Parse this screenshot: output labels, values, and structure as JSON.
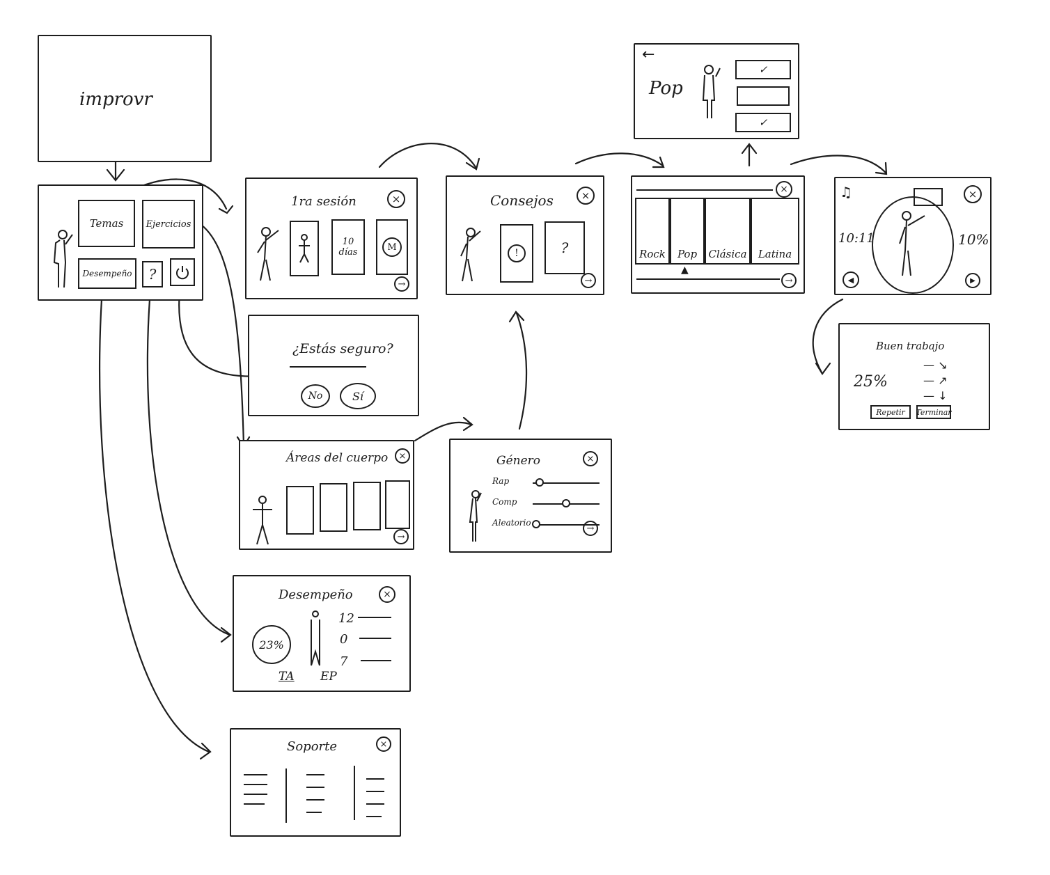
{
  "splash": {
    "logo": "improvr"
  },
  "menu": {
    "temas_label": "Temas",
    "ejercicios_label": "Ejercicios",
    "desempeno_label": "Desempeño",
    "help_label": "?"
  },
  "session": {
    "title": "1ra sesión",
    "days_label": "10 días"
  },
  "confirm": {
    "question": "¿Estás seguro?",
    "no_label": "No",
    "yes_label": "Sí"
  },
  "consejos": {
    "title": "Consejos"
  },
  "genres": {
    "items": [
      "Rock",
      "Pop",
      "Clásica",
      "Latina"
    ]
  },
  "pop_detail": {
    "title": "Pop"
  },
  "exercise": {
    "time_label": "10:11",
    "percent_label": "10%"
  },
  "areas": {
    "title": "Áreas del cuerpo"
  },
  "genero": {
    "title": "Género",
    "sliders": [
      {
        "label": "Rap",
        "value": 0.1
      },
      {
        "label": "Comp",
        "value": 0.5
      },
      {
        "label": "Aleatorio",
        "value": 0.05
      }
    ]
  },
  "desempeno": {
    "title": "Desempeño",
    "percent_label": "23%",
    "stats": [
      "12",
      "0",
      "7"
    ],
    "tabs": [
      "TA",
      "EP"
    ]
  },
  "soporte": {
    "title": "Soporte"
  },
  "result": {
    "title": "Buen trabajo",
    "percent_label": "25%",
    "repeat_label": "Repetir",
    "finish_label": "Terminar"
  },
  "colors": {
    "ink": "#1d1d1d",
    "paper": "#ffffff"
  }
}
